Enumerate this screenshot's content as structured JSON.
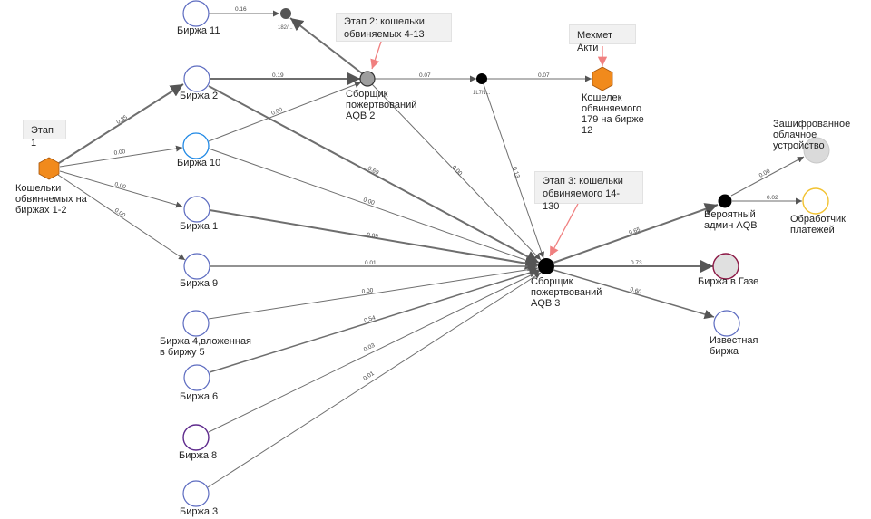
{
  "callouts": {
    "stage1": "Этап 1",
    "stage2": "Этап 2: кошельки обвиняемых 4-13",
    "mehmet": "Мехмет Акти",
    "stage3": "Этап 3: кошельки обвиняемого 14-130"
  },
  "nodes": {
    "wallets_12": "Кошельки обвиняемых на биржах 1-2",
    "birzha11": "Биржа 11",
    "addr_182": "182/...",
    "birzha2": "Биржа 2",
    "birzha10": "Биржа 10",
    "birzha1": "Биржа 1",
    "birzha9": "Биржа 9",
    "birzha4": "Биржа 4,вложенная в биржу 5",
    "birzha6": "Биржа 6",
    "birzha8": "Биржа 8",
    "birzha3": "Биржа 3",
    "collector2": "Сборщик пожертвований AQB 2",
    "addr_1l7n": "1L7N...",
    "wallet179": "Кошелек обвиняемого 179 на бирже 12",
    "collector3": "Сборщик пожертвований AQB 3",
    "admin": "Вероятный админ AQB",
    "cloud": "Зашифрованное облачное устройство",
    "payments": "Обработчик платежей",
    "gaza": "Биржа в Газе",
    "known": "Известная биржа"
  },
  "edges": {
    "w_b2": "0.35",
    "w_b10": "0.00",
    "w_b1": "0.00",
    "w_b9": "0.00",
    "b11_182": "0.16",
    "b2_c2": "0.19",
    "b10_c2": "0.00",
    "c2_1l7n": "0.07",
    "l7n_179": "0.07",
    "b2_c3": "0.69",
    "b10_c3": "0.00",
    "b1_c3": "0.09",
    "b9_c3": "0.01",
    "c2_c3": "0.00",
    "l7n_c3": "0.13",
    "b4_c3": "0.00",
    "b6_c3": "0.54",
    "b8_c3": "0.03",
    "b3_c3": "0.01",
    "c3_admin": "0.65",
    "c3_gaza": "0.73",
    "c3_known": "0.60",
    "admin_cloud": "0.00",
    "admin_pay": "0.02"
  }
}
